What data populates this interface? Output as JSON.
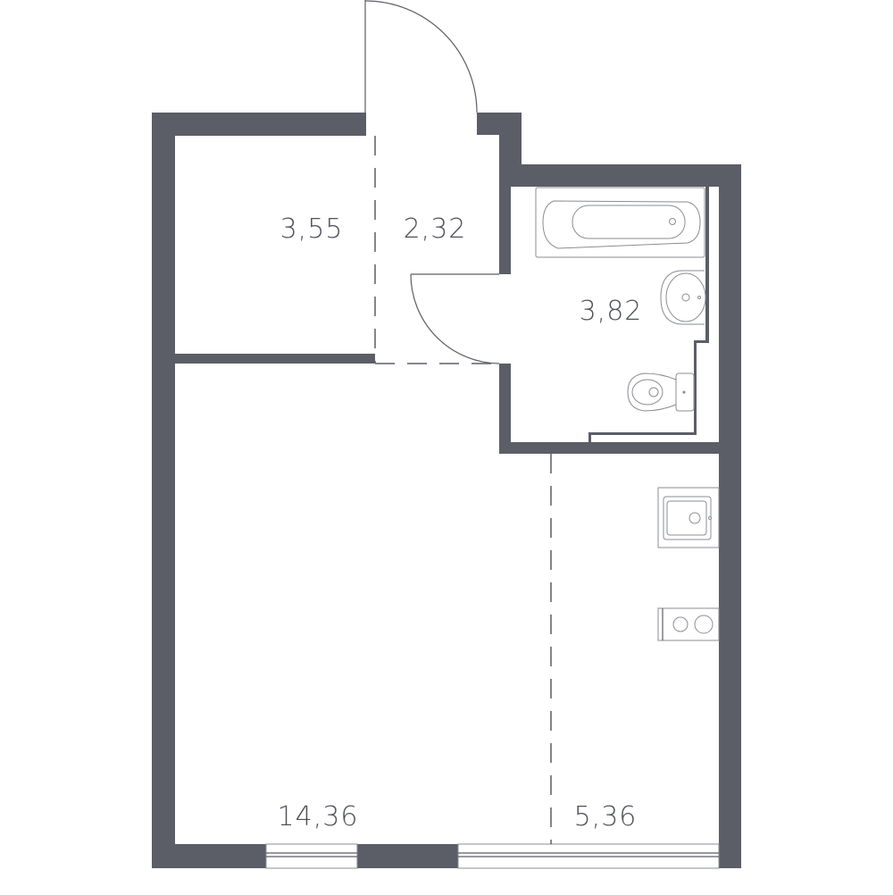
{
  "plan": {
    "wall_color": "#5b5e66",
    "rooms": [
      {
        "id": "storage",
        "area": "3,55"
      },
      {
        "id": "hallway",
        "area": "2,32"
      },
      {
        "id": "bathroom",
        "area": "3,82"
      },
      {
        "id": "living-room",
        "area": "14,36"
      },
      {
        "id": "kitchen",
        "area": "5,36"
      }
    ]
  }
}
